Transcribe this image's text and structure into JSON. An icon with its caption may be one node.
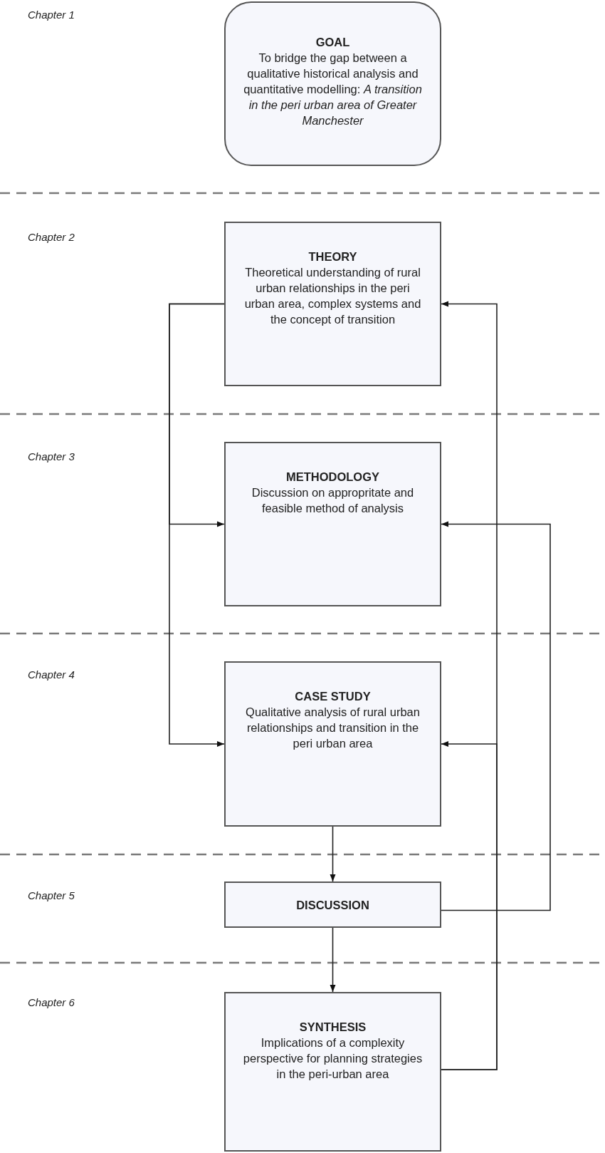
{
  "diagram": {
    "nodes": [
      {
        "text": [
          "GOAL",
          "To bridge the gap between a qualitative historical analysis and quantitative modelling: *A transition in the peri urban area of Greater Manchester*"
        ]
      },
      {
        "text": [
          "THEORY",
          "Theoretical understanding of rural urban relationships in the peri urban area, complex systems and the concept of transition"
        ]
      },
      {
        "text": [
          "METHODOLOGY",
          "Discussion on appropritate and feasible method of analysis"
        ]
      },
      {
        "text": [
          "CASE STUDY",
          "Qualitative analysis of rural urban relationships and transition in the peri urban area"
        ]
      },
      {
        "text": [
          "DISCUSSION"
        ]
      },
      {
        "text": [
          "SYNTHESIS",
          "Implications of a complexity perspective for planning strategies in the peri-urban area"
        ]
      }
    ],
    "edges": [
      {
        "from": 1,
        "to": 2,
        "arrow": "to"
      },
      {
        "from": 1,
        "to": 3,
        "arrow": "to"
      },
      {
        "from": 3,
        "to": 4,
        "arrow": "to"
      },
      {
        "from": 4,
        "to": 2,
        "arrow": "to"
      },
      {
        "from": 4,
        "to": 5,
        "arrow": "to"
      },
      {
        "from": 5,
        "to": 1,
        "arrow": "to"
      },
      {
        "from": 5,
        "to": 3,
        "arrow": "to"
      }
    ],
    "labels": [
      "Chapter 1",
      "Chapter 2",
      "Chapter 3",
      "Chapter 4",
      "Chapter 5",
      "Chapter 6"
    ]
  }
}
